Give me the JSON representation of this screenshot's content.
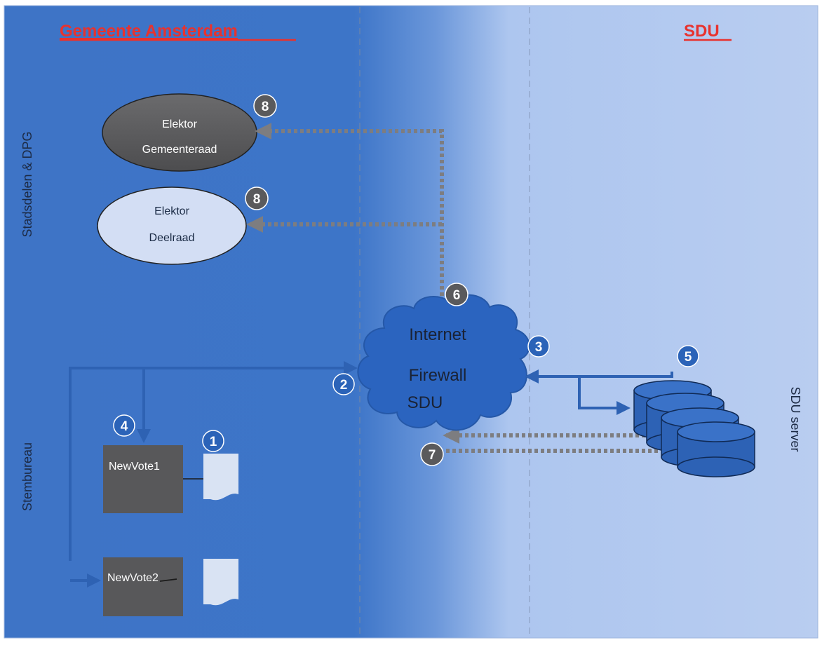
{
  "headers": {
    "left": "Gemeente Amsterdam",
    "right": "SDU"
  },
  "side_labels": {
    "top_left": "Stadsdelen & DPG",
    "bottom_left": "Stembureau",
    "right": "SDU server"
  },
  "ellipses": {
    "gemeenteraad": {
      "line1": "Elektor",
      "line2": "Gemeenteraad"
    },
    "deelraad": {
      "line1": "Elektor",
      "line2": "Deelraad"
    }
  },
  "cloud": {
    "line1": "Internet",
    "line2": "Firewall",
    "line3": "SDU"
  },
  "boxes": {
    "newvote1": "NewVote1",
    "newvote2": "NewVote2"
  },
  "badges": {
    "b1": "1",
    "b2": "2",
    "b3": "3",
    "b4": "4",
    "b5": "5",
    "b6": "6",
    "b7": "7",
    "b8a": "8",
    "b8b": "8"
  },
  "colors": {
    "header_red": "#e8322e",
    "left_bg": "#3d73c6",
    "right_bg": "#b4c9ee",
    "arrow_blue": "#2e62b3",
    "arrow_gray": "#7d7d80",
    "box_dark": "#58585a",
    "badge_blue": "#2b63b8",
    "badge_dark": "#5a5a5c"
  }
}
